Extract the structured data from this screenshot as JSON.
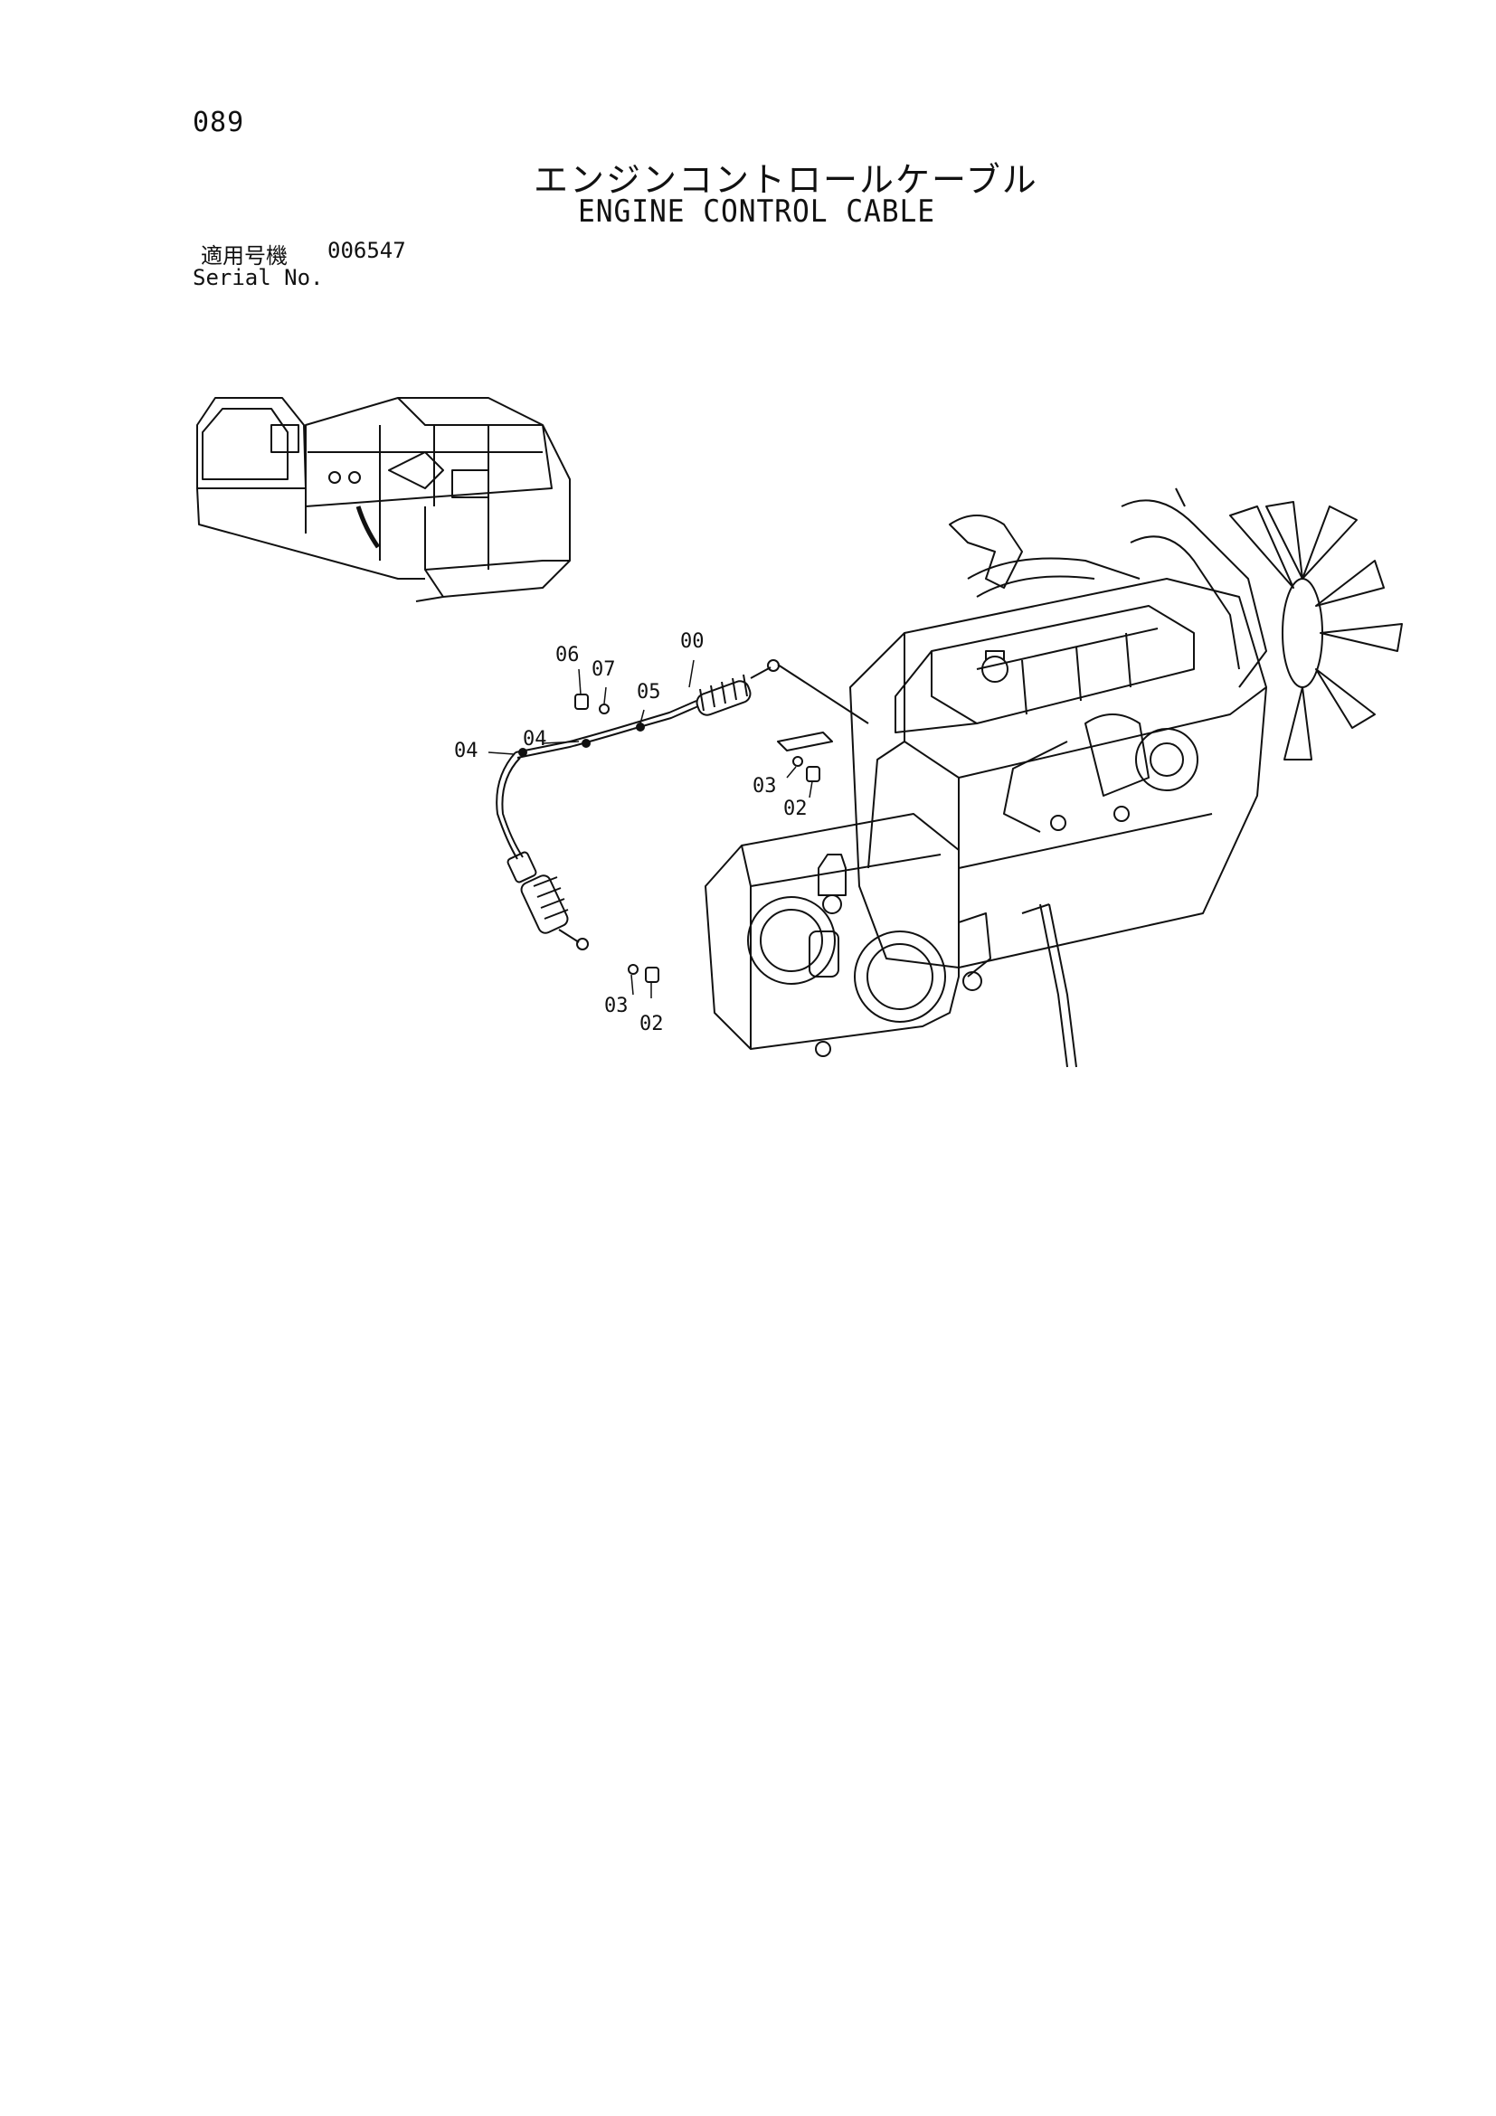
{
  "header": {
    "page_number": "089",
    "title_jp": "エンジンコントロールケーブル",
    "title_en": "ENGINE CONTROL CABLE"
  },
  "serial": {
    "label_jp": "適用号機",
    "number": "006547",
    "label_en": "Serial No."
  },
  "parts": {
    "p00": "00",
    "p02a": "02",
    "p02b": "02",
    "p03a": "03",
    "p03b": "03",
    "p04a": "04",
    "p04b": "04",
    "p05": "05",
    "p06": "06",
    "p07": "07"
  }
}
